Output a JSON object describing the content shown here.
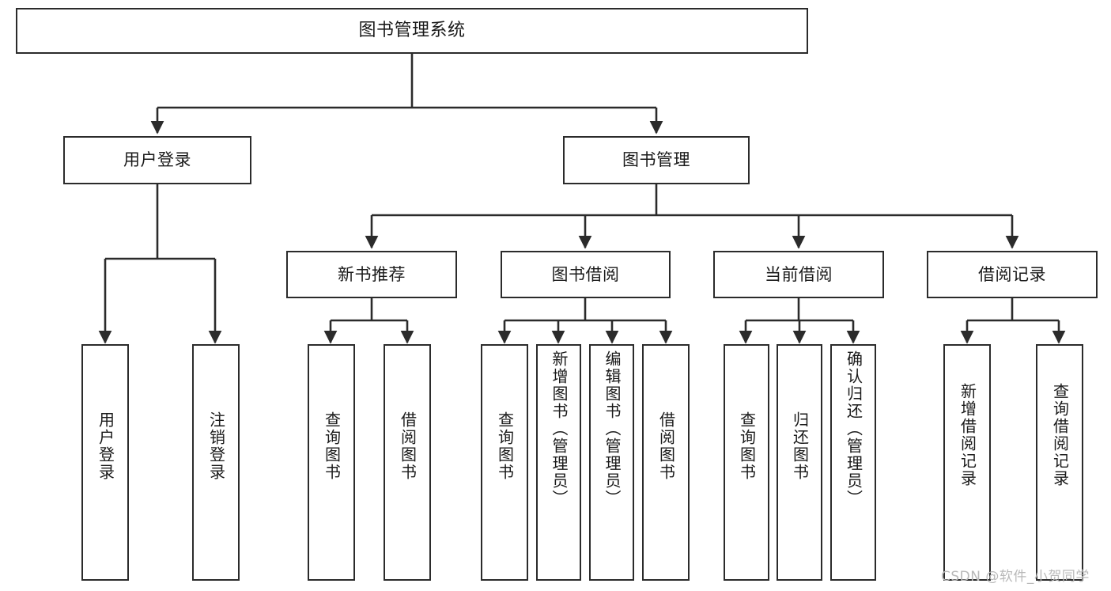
{
  "diagram": {
    "title": "图书管理系统",
    "type": "tree-hierarchy",
    "watermark": "CSDN @软件_小贺同学",
    "colors": {
      "stroke": "#2b2b2b",
      "fill": "#ffffff",
      "text": "#1a1a1a",
      "watermark": "#b9b9b9"
    },
    "levels": [
      {
        "level": 1,
        "nodes": [
          {
            "id": "root",
            "label": "图书管理系统",
            "orientation": "horizontal"
          }
        ]
      },
      {
        "level": 2,
        "nodes": [
          {
            "id": "user-login",
            "label": "用户登录",
            "orientation": "horizontal",
            "parent": "root"
          },
          {
            "id": "book-mgmt",
            "label": "图书管理",
            "orientation": "horizontal",
            "parent": "root"
          }
        ]
      },
      {
        "level": 3,
        "nodes": [
          {
            "id": "new-book-rec",
            "label": "新书推荐",
            "orientation": "horizontal",
            "parent": "book-mgmt"
          },
          {
            "id": "book-borrow",
            "label": "图书借阅",
            "orientation": "horizontal",
            "parent": "book-mgmt"
          },
          {
            "id": "current-borrow",
            "label": "当前借阅",
            "orientation": "horizontal",
            "parent": "book-mgmt"
          },
          {
            "id": "borrow-record",
            "label": "借阅记录",
            "orientation": "horizontal",
            "parent": "book-mgmt"
          }
        ]
      },
      {
        "level": 4,
        "nodes": [
          {
            "id": "leaf-user-login",
            "label": "用户登录",
            "orientation": "vertical",
            "parent": "user-login"
          },
          {
            "id": "leaf-logout",
            "label": "注销登录",
            "orientation": "vertical",
            "parent": "user-login"
          },
          {
            "id": "leaf-query-book-1",
            "label": "查询图书",
            "orientation": "vertical",
            "parent": "new-book-rec"
          },
          {
            "id": "leaf-borrow-book-1",
            "label": "借阅图书",
            "orientation": "vertical",
            "parent": "new-book-rec"
          },
          {
            "id": "leaf-query-book-2",
            "label": "查询图书",
            "orientation": "vertical",
            "parent": "book-borrow"
          },
          {
            "id": "leaf-add-book",
            "label": "新增图书（管理员）",
            "orientation": "vertical",
            "parent": "book-borrow"
          },
          {
            "id": "leaf-edit-book",
            "label": "编辑图书（管理员）",
            "orientation": "vertical",
            "parent": "book-borrow"
          },
          {
            "id": "leaf-borrow-book-2",
            "label": "借阅图书",
            "orientation": "vertical",
            "parent": "book-borrow"
          },
          {
            "id": "leaf-query-book-3",
            "label": "查询图书",
            "orientation": "vertical",
            "parent": "current-borrow"
          },
          {
            "id": "leaf-return-book",
            "label": "归还图书",
            "orientation": "vertical",
            "parent": "current-borrow"
          },
          {
            "id": "leaf-confirm-return",
            "label": "确认归还（管理员）",
            "orientation": "vertical",
            "parent": "current-borrow"
          },
          {
            "id": "leaf-add-record",
            "label": "新增借阅记录",
            "orientation": "vertical",
            "parent": "borrow-record"
          },
          {
            "id": "leaf-query-record",
            "label": "查询借阅记录",
            "orientation": "vertical",
            "parent": "borrow-record"
          }
        ]
      }
    ]
  }
}
